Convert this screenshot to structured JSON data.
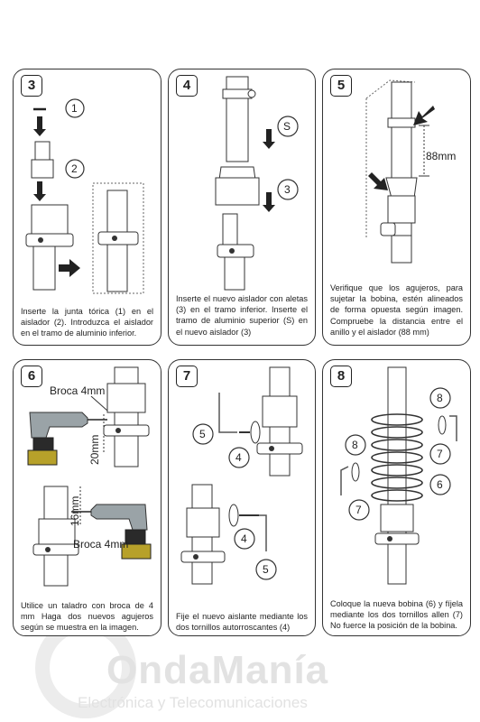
{
  "panels": [
    {
      "number": "3",
      "text": "Inserte la junta tórica (1) en el aislador (2). Introduzca el aislador en el tramo de aluminio inferior.",
      "callouts": [
        "1",
        "2"
      ]
    },
    {
      "number": "4",
      "text": "Inserte el nuevo aislador con aletas (3) en el tramo inferior. Inserte el tramo de aluminio superior (S) en el nuevo aislador (3)",
      "callouts": [
        "S",
        "3"
      ]
    },
    {
      "number": "5",
      "text": "Verifique que los agujeros, para sujetar la bobina, estén alineados de forma opuesta según imagen. Compruebe la distancia entre el anillo y el aislador (88 mm)",
      "dimension": "88mm"
    },
    {
      "number": "6",
      "text": "Utilice un taladro con broca de 4 mm Haga dos nuevos agujeros según se muestra en la imagen.",
      "drill_label_top": "Broca 4mm",
      "drill_label_bottom": "Broca 4mm",
      "dim_top": "20mm",
      "dim_bottom": "16mm"
    },
    {
      "number": "7",
      "text": "Fije el nuevo aislante mediante los dos tornillos autorroscantes (4)",
      "callouts": [
        "5",
        "4",
        "4",
        "5"
      ]
    },
    {
      "number": "8",
      "text": "Coloque la nueva bobina (6) y fíjela mediante los dos tornillos allen (7) No fuerce la posición de la bobina.",
      "callouts": [
        "8",
        "7",
        "8",
        "6",
        "7"
      ]
    }
  ],
  "watermark": {
    "brand": "OndaManía",
    "tagline": "Electrónica y Telecomunicaciones"
  }
}
